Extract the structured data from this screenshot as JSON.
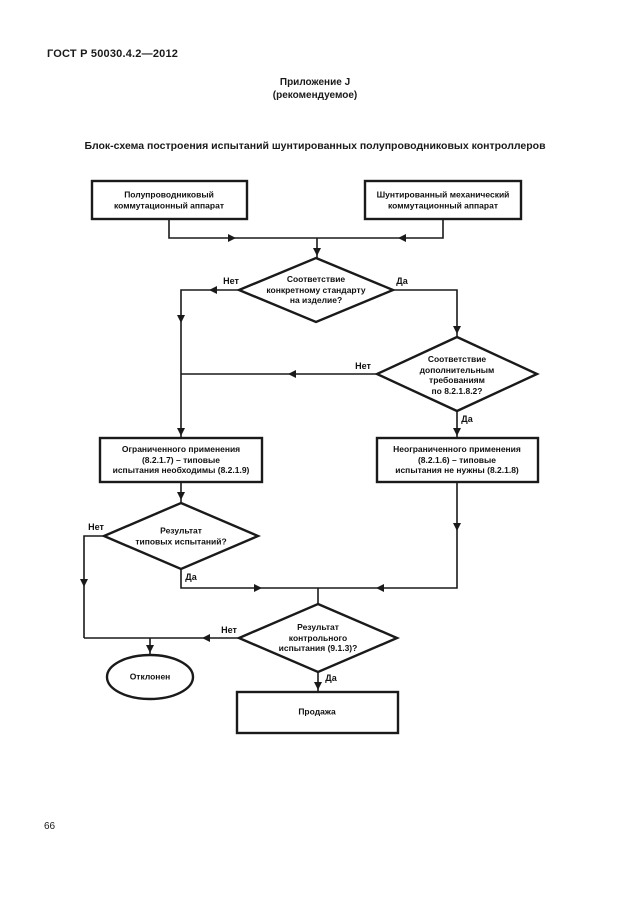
{
  "page": {
    "doc_number": "ГОСТ Р 50030.4.2—2012",
    "appendix_title": "Приложение J",
    "appendix_subtitle": "(рекомендуемое)",
    "title": "Блок-схема построения испытаний шунтированных  полупроводниковых контроллеров",
    "page_number": "66"
  },
  "flowchart": {
    "nodes": {
      "semiconductor_device": "Полупроводниковый\nкоммутационный аппарат",
      "bypassed_mechanical_device": "Шунтированный механический\nкоммутационный аппарат",
      "specific_standard_decision": "Соответствие\nконкретному стандарту\nна изделие?",
      "additional_requirements_decision": "Соответствие\nдополнительным\nтребованиям\nпо 8.2.1.8.2?",
      "restricted_use": "Ограниченного применения\n(8.2.1.7) – типовые\nиспытания необходимы (8.2.1.9)",
      "unrestricted_use": "Неограниченного применения\n(8.2.1.6) – типовые\nиспытания не нужны (8.2.1.8)",
      "type_test_result_decision": "Результат\nтиповых испытаний?",
      "control_test_result_decision": "Результат\nконтрольного\nиспытания (9.1.3)?",
      "rejected": "Отклонен",
      "sale": "Продажа"
    },
    "edge_labels": {
      "no": "Нет",
      "yes": "Да"
    },
    "colors": {
      "line": "#1a1a1a",
      "text": "#111111",
      "background": "#ffffff"
    }
  }
}
